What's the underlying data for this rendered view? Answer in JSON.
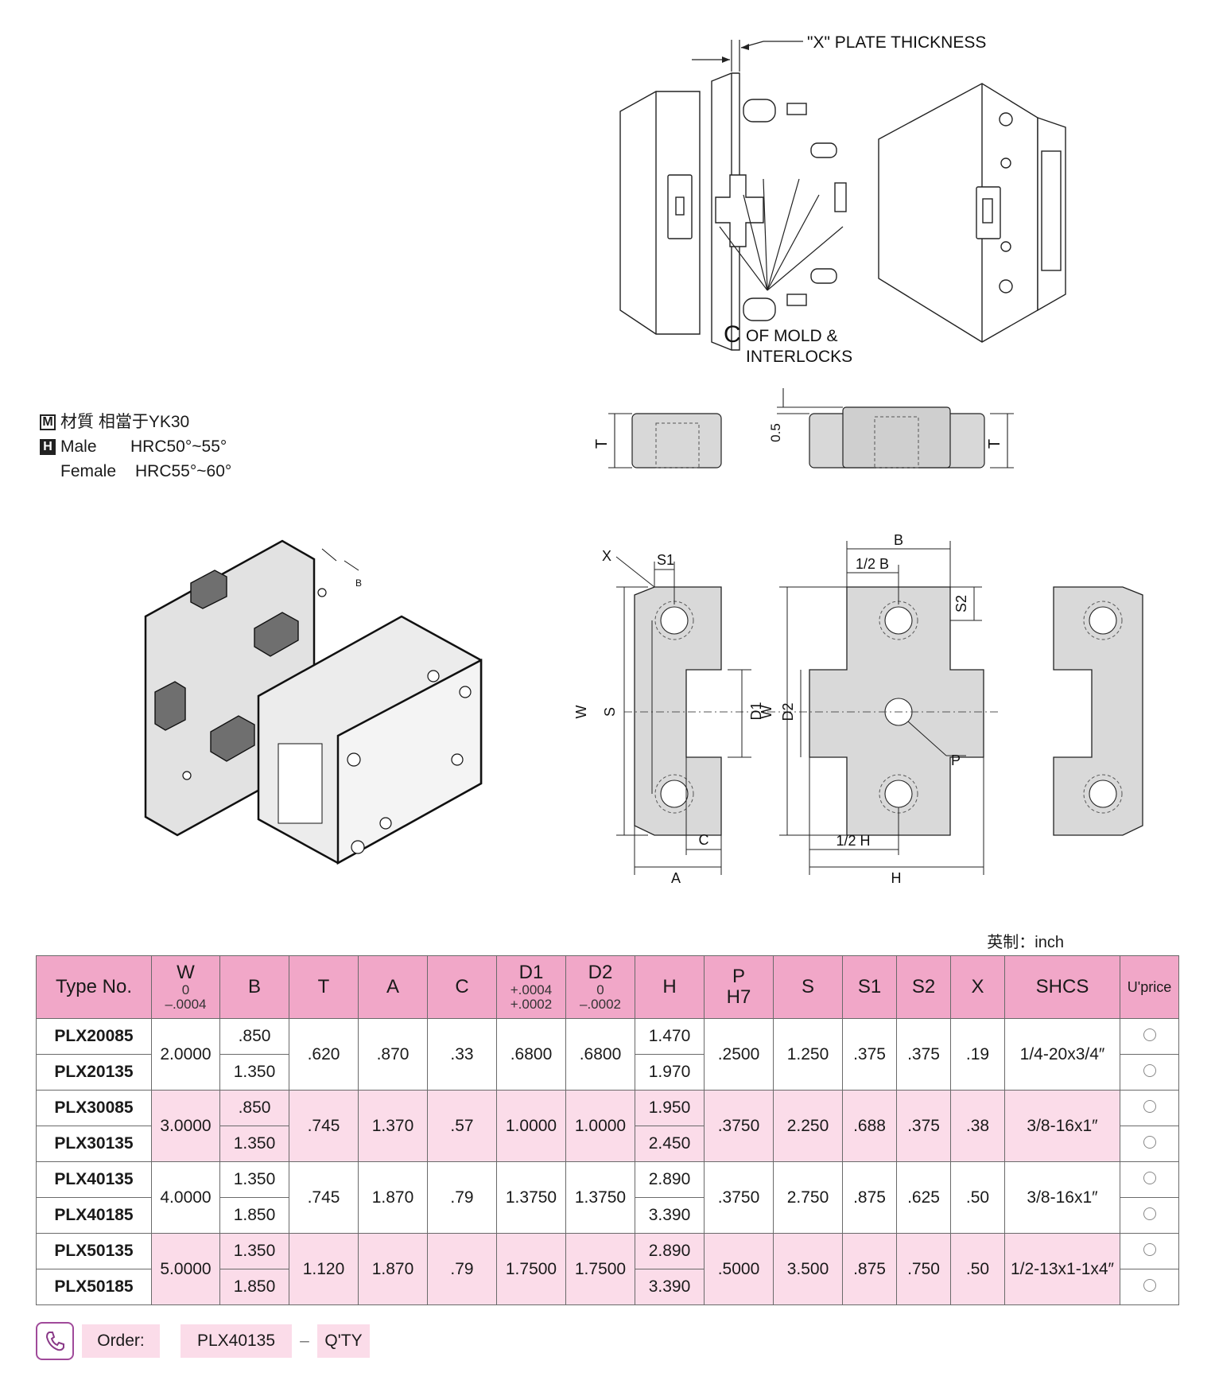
{
  "diagram_labels": {
    "plate_thickness": "\"X\" PLATE THICKNESS",
    "cl_symbol": "C",
    "cl_line1": "OF MOLD &",
    "cl_line2": "INTERLOCKS",
    "dim_T": "T",
    "dim_05": "0.5",
    "dim_X": "X",
    "dim_S1": "S1",
    "dim_W": "W",
    "dim_S": "S",
    "dim_D1": "D1",
    "dim_C": "C",
    "dim_A": "A",
    "dim_B": "B",
    "dim_halfB": "1/2 B",
    "dim_S2": "S2",
    "dim_D2": "D2",
    "dim_P": "P",
    "dim_halfH": "1/2 H",
    "dim_H": "H",
    "iso_B": "B"
  },
  "material": {
    "m_badge": "M",
    "m_text": "材質  相當于YK30",
    "h_badge": "H",
    "male_label": "Male",
    "male_hrc": "HRC50°~55°",
    "female_label": "Female",
    "female_hrc": "HRC55°~60°"
  },
  "unit_label": "英制：inch",
  "table": {
    "headers": {
      "type": "Type No.",
      "W": "W",
      "W_tol1": "0",
      "W_tol2": "–.0004",
      "B": "B",
      "T": "T",
      "A": "A",
      "C": "C",
      "D1": "D1",
      "D1_tol1": "+.0004",
      "D1_tol2": "+.0002",
      "D2": "D2",
      "D2_tol1": "0",
      "D2_tol2": "–.0002",
      "H": "H",
      "P": "P",
      "P_fit": "H7",
      "S": "S",
      "S1": "S1",
      "S2": "S2",
      "X": "X",
      "SHCS": "SHCS",
      "price": "U'price"
    },
    "groups": [
      {
        "W": "2.0000",
        "T": ".620",
        "A": ".870",
        "C": ".33",
        "D1": ".6800",
        "D2": ".6800",
        "P": ".2500",
        "S": "1.250",
        "S1": ".375",
        "S2": ".375",
        "X": ".19",
        "SHCS": "1/4-20x3/4″",
        "rows": [
          {
            "type": "PLX20085",
            "B": ".850",
            "H": "1.470"
          },
          {
            "type": "PLX20135",
            "B": "1.350",
            "H": "1.970"
          }
        ]
      },
      {
        "W": "3.0000",
        "T": ".745",
        "A": "1.370",
        "C": ".57",
        "D1": "1.0000",
        "D2": "1.0000",
        "P": ".3750",
        "S": "2.250",
        "S1": ".688",
        "S2": ".375",
        "X": ".38",
        "SHCS": "3/8-16x1″",
        "rows": [
          {
            "type": "PLX30085",
            "B": ".850",
            "H": "1.950"
          },
          {
            "type": "PLX30135",
            "B": "1.350",
            "H": "2.450"
          }
        ]
      },
      {
        "W": "4.0000",
        "T": ".745",
        "A": "1.870",
        "C": ".79",
        "D1": "1.3750",
        "D2": "1.3750",
        "P": ".3750",
        "S": "2.750",
        "S1": ".875",
        "S2": ".625",
        "X": ".50",
        "SHCS": "3/8-16x1″",
        "rows": [
          {
            "type": "PLX40135",
            "B": "1.350",
            "H": "2.890"
          },
          {
            "type": "PLX40185",
            "B": "1.850",
            "H": "3.390"
          }
        ]
      },
      {
        "W": "5.0000",
        "T": "1.120",
        "A": "1.870",
        "C": ".79",
        "D1": "1.7500",
        "D2": "1.7500",
        "P": ".5000",
        "S": "3.500",
        "S1": ".875",
        "S2": ".750",
        "X": ".50",
        "SHCS": "1/2-13x1-1x4″",
        "rows": [
          {
            "type": "PLX50135",
            "B": "1.350",
            "H": "2.890"
          },
          {
            "type": "PLX50185",
            "B": "1.850",
            "H": "3.390"
          }
        ]
      }
    ]
  },
  "order": {
    "label": "Order:",
    "example": "PLX40135",
    "dash": "–",
    "qty": "Q'TY"
  }
}
